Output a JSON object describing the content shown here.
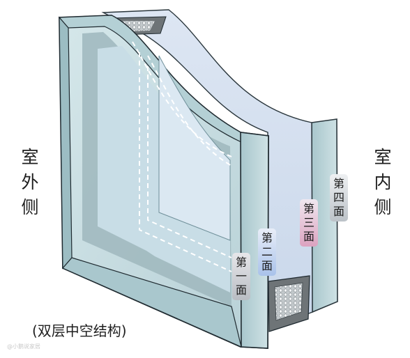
{
  "labels": {
    "outdoor": [
      "室",
      "外",
      "侧"
    ],
    "indoor": [
      "室",
      "内",
      "侧"
    ],
    "caption": "(双层中空结构)",
    "watermark": "@小鹅说家居"
  },
  "surfaces": [
    {
      "chars": [
        "第",
        "一",
        "面"
      ],
      "color": "#b9bdc3"
    },
    {
      "chars": [
        "第",
        "二",
        "面"
      ],
      "color": "#a9c2ea"
    },
    {
      "chars": [
        "第",
        "三",
        "面"
      ],
      "color": "#dca3c0"
    },
    {
      "chars": [
        "第",
        "四",
        "面"
      ],
      "color": "#bcc2c8"
    }
  ],
  "colors": {
    "glass_face": "#c6dbe0",
    "glass_edge": "#9fc0c6",
    "inner_pane": "#d4e2f0",
    "frame_shadow": "#8aa3ab",
    "spacer": "#6e7477",
    "outline": "#1f2a30"
  }
}
